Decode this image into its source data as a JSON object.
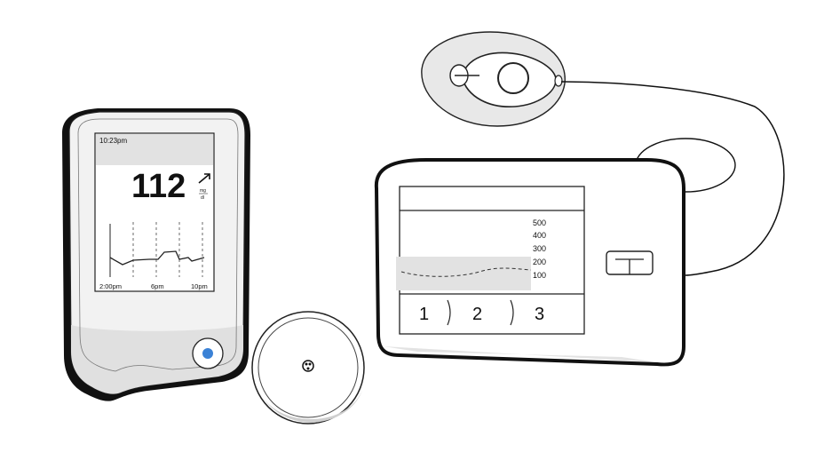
{
  "cgm_reader": {
    "time": "10:23pm",
    "glucose_value": "112",
    "trend_icon": "arrow-up-right-icon",
    "unit_top": "mg",
    "unit_bottom": "dl",
    "x_labels": [
      "2:00pm",
      "6pm",
      "10pm"
    ]
  },
  "insulin_pump": {
    "y_labels": [
      "500",
      "400",
      "300",
      "200",
      "100"
    ],
    "buttons": [
      "1",
      "2",
      "3"
    ],
    "side_button_icon": "t-button-icon"
  },
  "sensor_icon": "sensor-disc-icon",
  "infusion_set_icon": "infusion-set-icon"
}
